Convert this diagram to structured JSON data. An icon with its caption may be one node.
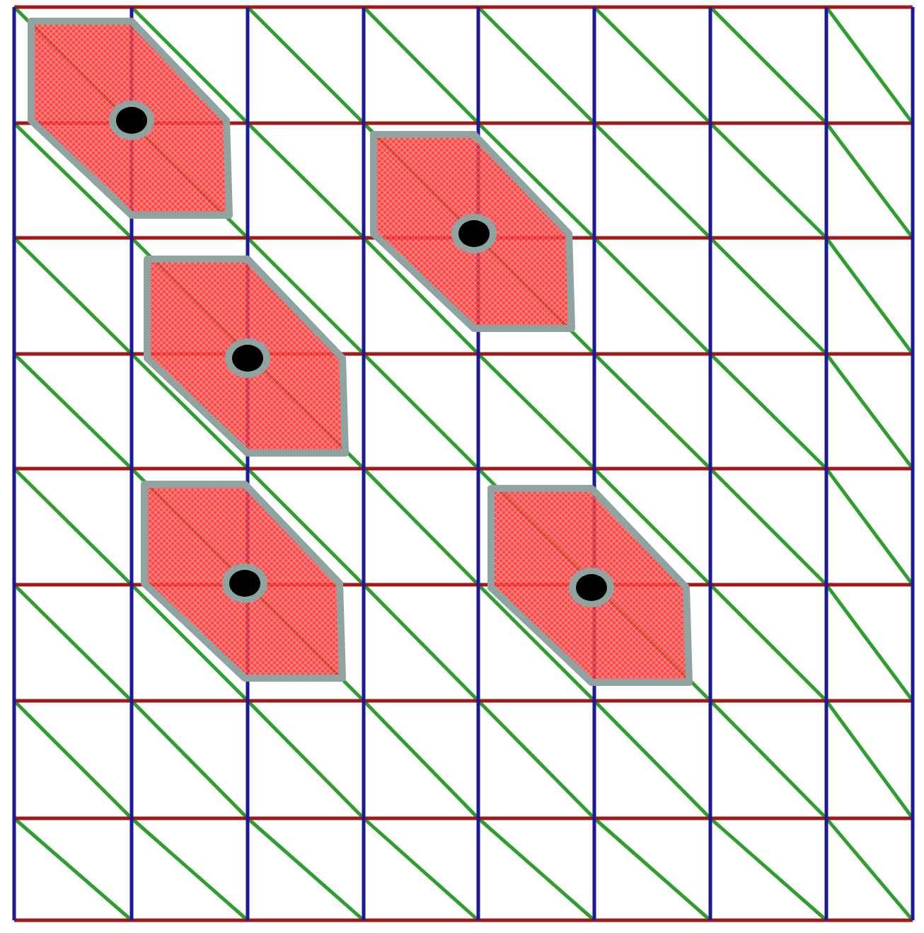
{
  "diagram": {
    "nodes": [
      {
        "text": [],
        "shape": "hexagon"
      },
      {
        "text": [],
        "shape": "hexagon"
      },
      {
        "text": [],
        "shape": "hexagon"
      },
      {
        "text": [],
        "shape": "hexagon"
      },
      {
        "text": [],
        "shape": "hexagon"
      }
    ]
  }
}
